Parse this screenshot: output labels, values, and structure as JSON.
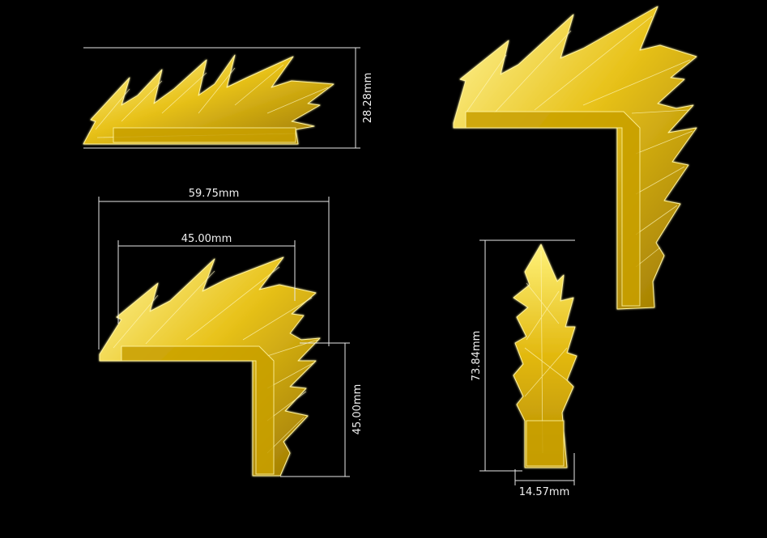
{
  "colors": {
    "background": "#000000",
    "crystal_fill": "#e8c21a",
    "crystal_light": "#fff27a",
    "crystal_dark": "#8a6a00",
    "crystal_edge": "#fff8b0",
    "dimension_line": "#e8e8e8",
    "dimension_text": "#f0f0f0"
  },
  "dimensions": {
    "top_left_height": "28.28mm",
    "bottom_left_outer_width": "59.75mm",
    "bottom_left_inner_width": "45.00mm",
    "bottom_left_height": "45.00mm",
    "straight_height": "73.84mm",
    "straight_width": "14.57mm"
  }
}
